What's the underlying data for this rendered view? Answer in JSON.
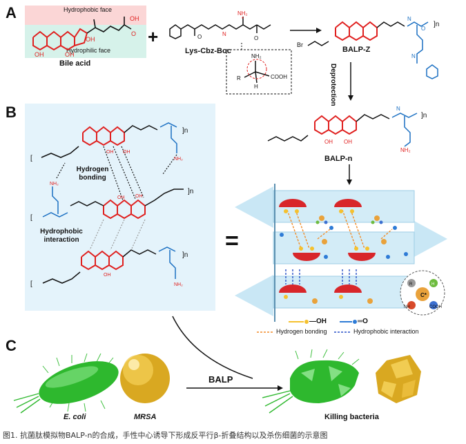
{
  "panels": {
    "a": "A",
    "b": "B",
    "c": "C"
  },
  "panel_a": {
    "hydrophobic_face": "Hydrophobic face",
    "hydrophilic_face": "Hydrophilic face",
    "bile_acid": "Bile acid",
    "lys_cbz_boc": "Lys-Cbz-Boc",
    "balp_z": "BALP-Z",
    "deprotection": "Deprotection",
    "balp_n": "BALP-n",
    "plus": "+"
  },
  "panel_b": {
    "hydrogen_bonding": "Hydrogen bonding",
    "hydrophobic_interaction": "Hydrophobic interaction",
    "equals": "=",
    "legend_oh": "—OH",
    "legend_co": "═O",
    "legend_hbond": "Hydrogen bonding",
    "legend_hydrophobic": "Hydrophobic interaction"
  },
  "panel_c": {
    "ecoli": "E. coli",
    "mrsa": "MRSA",
    "balp": "BALP",
    "killing": "Killing bacteria"
  },
  "caption": "图1. 抗菌肽模拟物BALP-n的合成，手性中心诱导下形成反平行β-折叠结构以及杀伤细菌的示意图",
  "colors": {
    "red_structure": "#e0201f",
    "blue_structure": "#1a6fc2",
    "panel_b_bg": "#e4f3fb",
    "hydrophobic_band": "#fbd6d6",
    "hydrophilic_band": "#d6f2ea",
    "sheet_blue": "#a9d8ec",
    "green_bacteria": "#2eb82e",
    "gold_bacteria": "#e0b020",
    "hbond_orange": "#f28c28",
    "hydrophobic_blue": "#2850c8"
  }
}
